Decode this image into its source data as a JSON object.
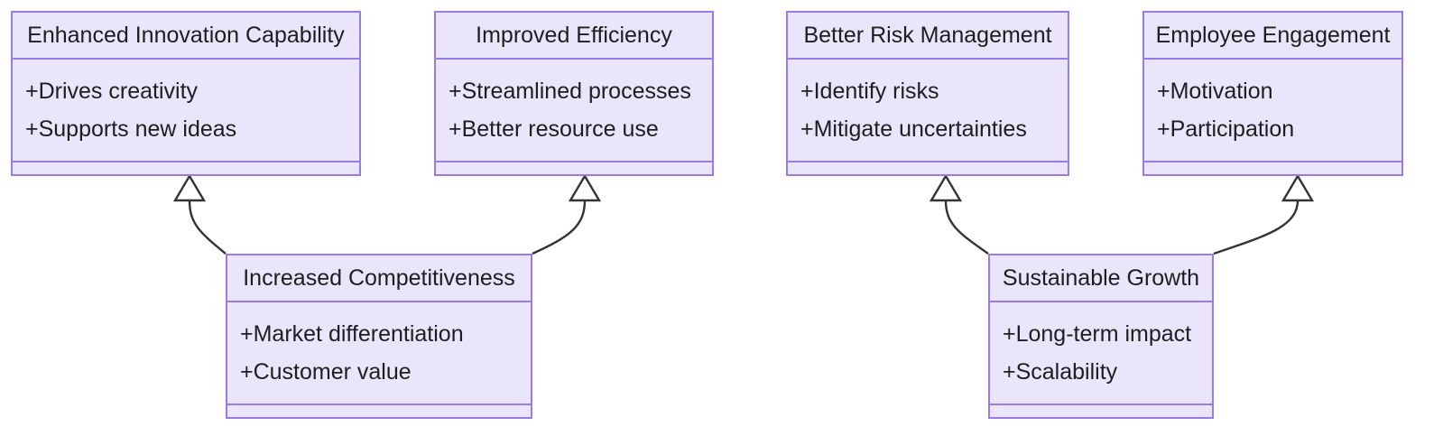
{
  "diagram": {
    "kind": "uml-class-diagram",
    "background_color": "#ffffff",
    "node_fill_color": "#e9e5fa",
    "node_border_color": "#9a7ae8",
    "text_color": "#1e1e1e",
    "edge_color": "#333333",
    "relationship_type": "generalization",
    "classes": [
      {
        "id": "enhanced-innovation-capability",
        "name": "Enhanced Innovation Capability",
        "attributes": [
          "+Drives creativity",
          "+Supports new ideas"
        ],
        "methods": []
      },
      {
        "id": "improved-efficiency",
        "name": "Improved Efficiency",
        "attributes": [
          "+Streamlined processes",
          "+Better resource use"
        ],
        "methods": []
      },
      {
        "id": "better-risk-management",
        "name": "Better Risk Management",
        "attributes": [
          "+Identify risks",
          "+Mitigate uncertainties"
        ],
        "methods": []
      },
      {
        "id": "employee-engagement",
        "name": "Employee Engagement",
        "attributes": [
          "+Motivation",
          "+Participation"
        ],
        "methods": []
      },
      {
        "id": "increased-competitiveness",
        "name": "Increased Competitiveness",
        "attributes": [
          "+Market differentiation",
          "+Customer value"
        ],
        "methods": []
      },
      {
        "id": "sustainable-growth",
        "name": "Sustainable Growth",
        "attributes": [
          "+Long-term impact",
          "+Scalability"
        ],
        "methods": []
      }
    ],
    "edges": [
      {
        "from": "increased-competitiveness",
        "to": "enhanced-innovation-capability",
        "type": "generalization"
      },
      {
        "from": "increased-competitiveness",
        "to": "improved-efficiency",
        "type": "generalization"
      },
      {
        "from": "sustainable-growth",
        "to": "better-risk-management",
        "type": "generalization"
      },
      {
        "from": "sustainable-growth",
        "to": "employee-engagement",
        "type": "generalization"
      }
    ]
  }
}
